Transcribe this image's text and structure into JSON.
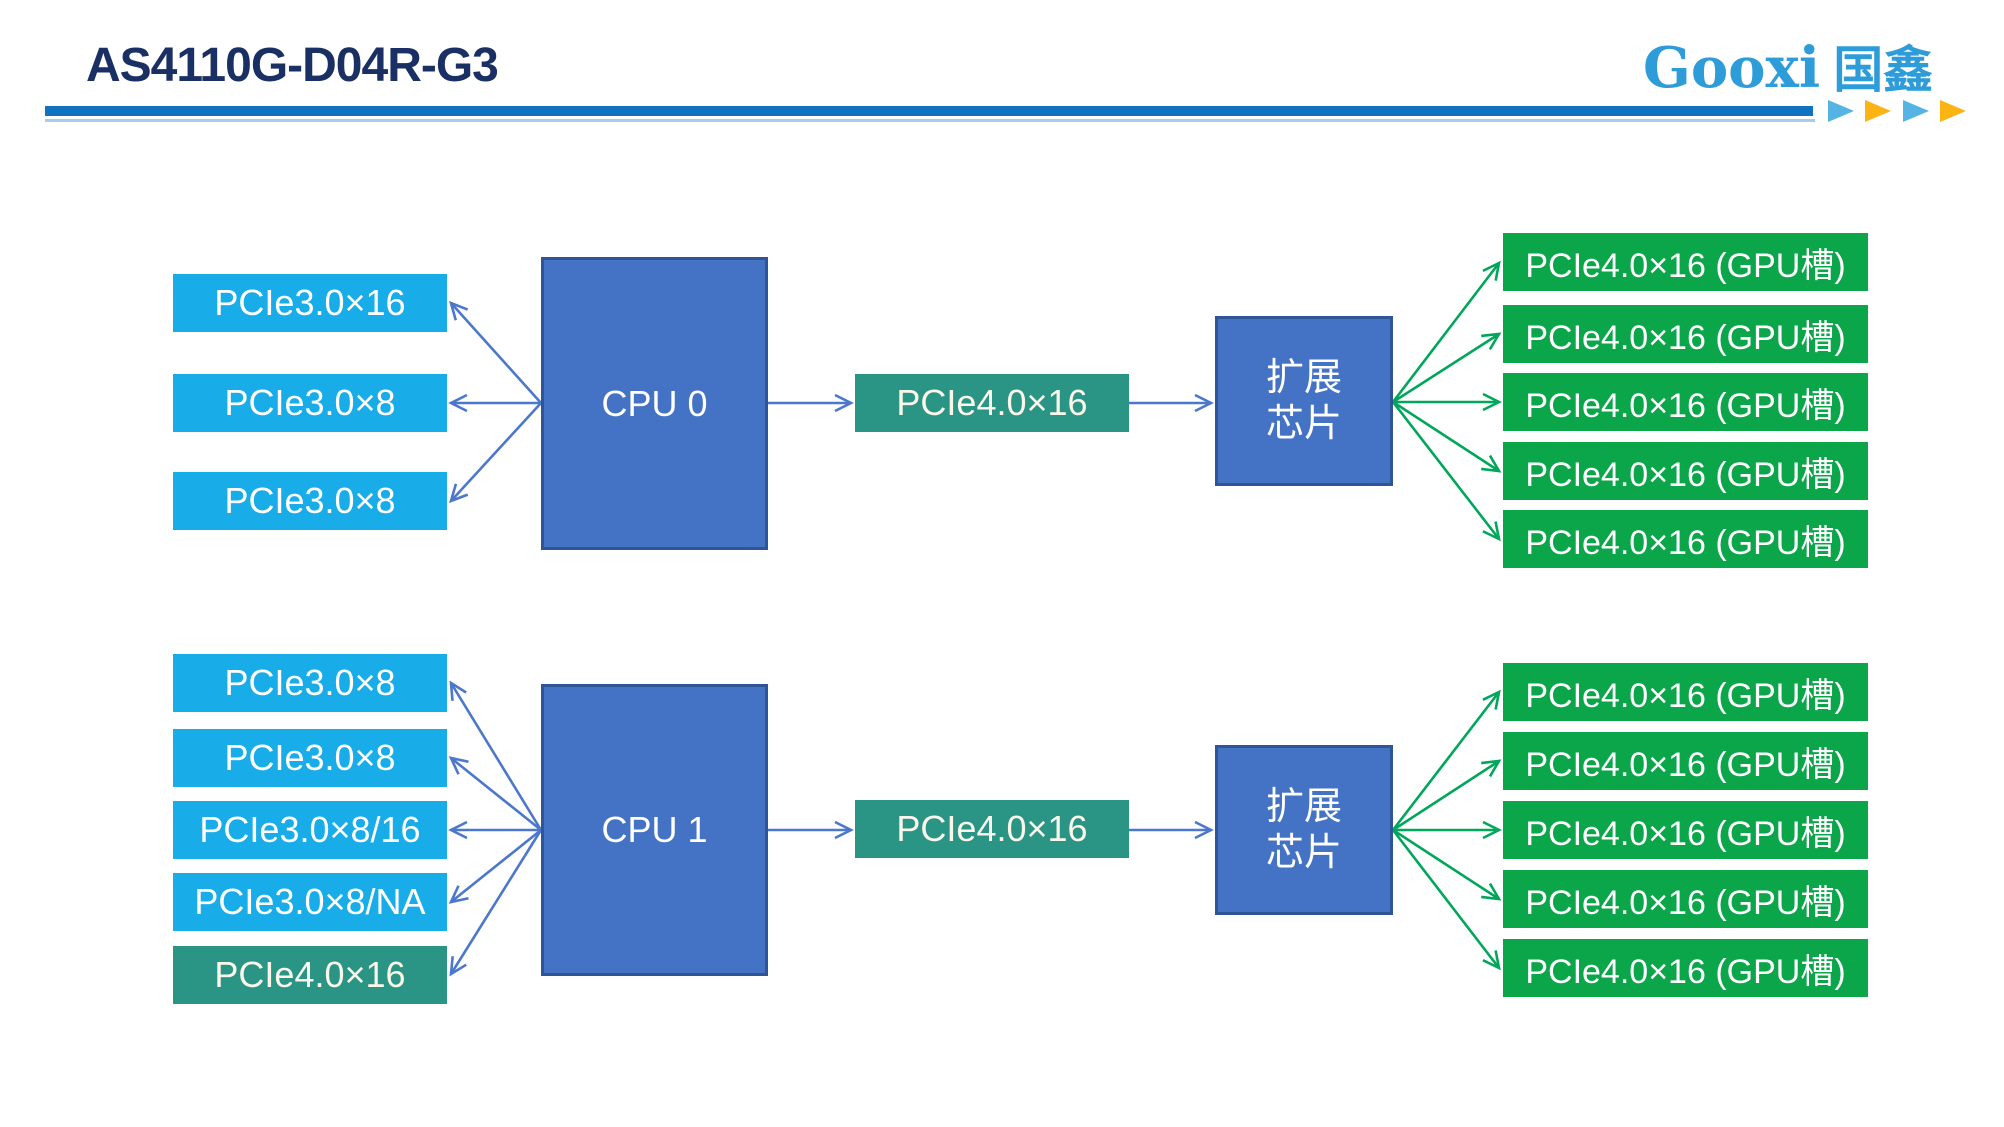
{
  "header": {
    "title": "AS4110G-D04R-G3",
    "logo": {
      "latin": "Gooxi",
      "cjk": "国鑫"
    }
  },
  "colors": {
    "title_navy": "#1A2F63",
    "bar_blue": "#1173BF",
    "rule_light_blue": "#A9CCEA",
    "logo_blue": "#2E9CD9",
    "triangle_blue": "#55B4E3",
    "triangle_amber": "#FCB415",
    "cyan": "#18ADE8",
    "teal": "#2A9485",
    "green": "#0BA64A",
    "cpu_blue": "#4472C4",
    "cpu_border": "#2F5597",
    "arrow_blue": "#4C78CC",
    "arrow_green": "#00A75A"
  },
  "sections": [
    {
      "cpu": "CPU 0",
      "cpu_slots": [
        "PCIe3.0×16",
        "PCIe3.0×8",
        "PCIe3.0×8"
      ],
      "uplink": "PCIe4.0×16",
      "chip_line1": "扩展",
      "chip_line2": "芯片",
      "gpu_slots": [
        "PCIe4.0×16 (GPU槽)",
        "PCIe4.0×16 (GPU槽)",
        "PCIe4.0×16 (GPU槽)",
        "PCIe4.0×16 (GPU槽)",
        "PCIe4.0×16 (GPU槽)"
      ]
    },
    {
      "cpu": "CPU 1",
      "cpu_slots": [
        "PCIe3.0×8",
        "PCIe3.0×8",
        "PCIe3.0×8/16",
        "PCIe3.0×8/NA",
        "PCIe4.0×16"
      ],
      "uplink": "PCIe4.0×16",
      "chip_line1": "扩展",
      "chip_line2": "芯片",
      "gpu_slots": [
        "PCIe4.0×16 (GPU槽)",
        "PCIe4.0×16 (GPU槽)",
        "PCIe4.0×16 (GPU槽)",
        "PCIe4.0×16 (GPU槽)",
        "PCIe4.0×16 (GPU槽)"
      ]
    }
  ]
}
